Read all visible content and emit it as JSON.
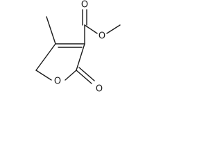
{
  "molecule": {
    "atoms": {
      "ring_oxygen": "O",
      "lactone_carbonyl_oxygen": "O",
      "ester_carbonyl_oxygen": "O",
      "ester_methoxy_oxygen": "O"
    }
  }
}
